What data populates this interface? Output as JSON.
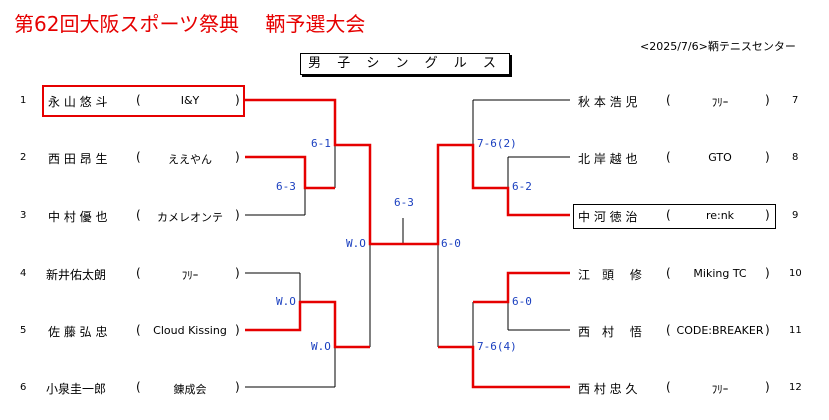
{
  "header": {
    "title": "第62回大阪スポーツ祭典　 鞆予選大会",
    "venue": "<2025/7/6>鞆テニスセンター",
    "event": "男 子 シ ン グ ル ス"
  },
  "players": [
    {
      "seed": "1",
      "name": "永 山 悠 斗",
      "club": "I&Y"
    },
    {
      "seed": "2",
      "name": "西 田 昂 生",
      "club": "ええやん"
    },
    {
      "seed": "3",
      "name": "中 村 優 也",
      "club": "カメレオンテ"
    },
    {
      "seed": "4",
      "name": "新井佑太朗",
      "club": "ﾌﾘｰ"
    },
    {
      "seed": "5",
      "name": "佐 藤 弘 忠",
      "club": "Cloud Kissing"
    },
    {
      "seed": "6",
      "name": "小泉圭一郎",
      "club": "錬成会"
    },
    {
      "seed": "7",
      "name": "秋 本 浩 児",
      "club": "ﾌﾘｰ"
    },
    {
      "seed": "8",
      "name": "北 岸 越 也",
      "club": "GTO"
    },
    {
      "seed": "9",
      "name": "中 河 徳 治",
      "club": "re:nk"
    },
    {
      "seed": "10",
      "name": "江　頭　 修",
      "club": "Miking TC"
    },
    {
      "seed": "11",
      "name": "西　村　 悟",
      "club": "CODE:BREAKER"
    },
    {
      "seed": "12",
      "name": "西 村 忠 久",
      "club": "ﾌﾘｰ"
    }
  ],
  "scores": {
    "r1_23": "6-3",
    "r2_13": "6-1",
    "r1_45": "W.O",
    "r2_46": "W.O",
    "sf_left": "W.O",
    "final": "6-3",
    "sf_right": "6-0",
    "r2_79": "7-6(2)",
    "r1_89": "6-2",
    "r1_1011": "6-0",
    "r2_1012": "7-6(4)"
  },
  "colors": {
    "winner_line": "#e60000",
    "score_text": "#1a3fbf"
  }
}
